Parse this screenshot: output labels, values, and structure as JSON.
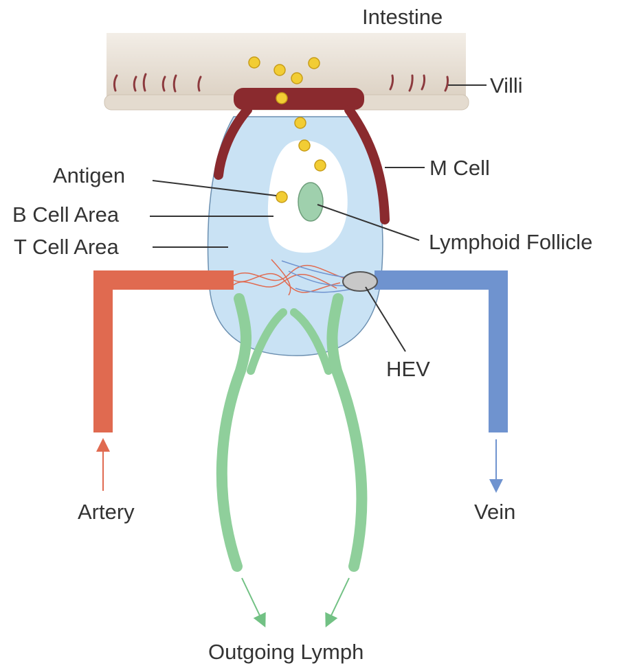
{
  "labels": {
    "intestine": "Intestine",
    "villi": "Villi",
    "m_cell": "M Cell",
    "antigen": "Antigen",
    "b_cell_area": "B Cell Area",
    "t_cell_area": "T Cell Area",
    "lymphoid_follicle": "Lymphoid Follicle",
    "hev": "HEV",
    "artery": "Artery",
    "vein": "Vein",
    "outgoing_lymph": "Outgoing Lymph"
  },
  "colors": {
    "intestine_top": "#efe9e1",
    "intestine_bottom": "#ddd3c6",
    "villi": "#8c3a3e",
    "m_cell": "#8a2a2e",
    "t_cell_area": "#c9e2f4",
    "b_cell_area": "#ffffff",
    "lymphoid_follicle": "#9fd0ad",
    "antigen": "#f2cd34",
    "artery": "#e06a50",
    "vein": "#6f93cf",
    "lymph": "#8fcf9b",
    "hev": "#c8c8c8",
    "leader": "#333333"
  }
}
